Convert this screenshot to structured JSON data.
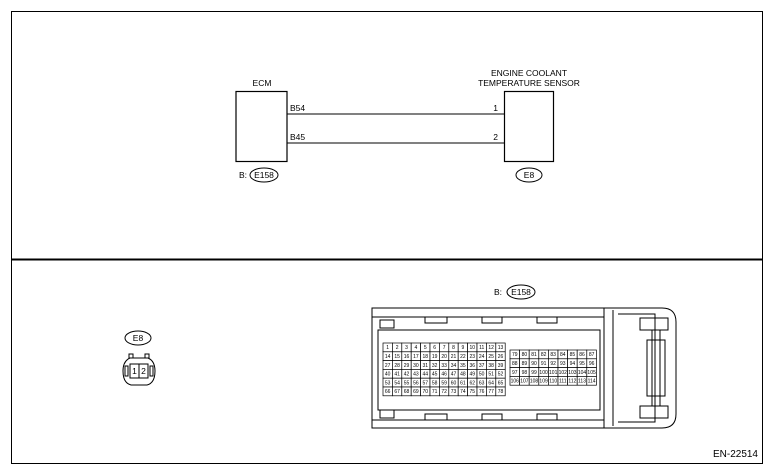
{
  "wiring": {
    "ecm_label": "ECM",
    "sensor_label_line1": "ENGINE COOLANT",
    "sensor_label_line2": "TEMPERATURE SENSOR",
    "wire1_ecm_terminal": "B54",
    "wire1_sensor_terminal": "1",
    "wire2_ecm_terminal": "B45",
    "wire2_sensor_terminal": "2",
    "ecm_connector_prefix": "B:",
    "ecm_connector_id": "E158",
    "sensor_connector_id": "E8"
  },
  "connectors": {
    "sensor_connector_id": "E8",
    "sensor_pins": [
      "1",
      "2"
    ],
    "ecm_connector_prefix": "B:",
    "ecm_connector_id": "E158",
    "ecm_pin_rows_left": [
      [
        "1",
        "2",
        "3",
        "4",
        "5",
        "6",
        "7",
        "8",
        "9",
        "10",
        "11",
        "12",
        "13"
      ],
      [
        "14",
        "15",
        "16",
        "17",
        "18",
        "19",
        "20",
        "21",
        "22",
        "23",
        "24",
        "25",
        "26"
      ],
      [
        "27",
        "28",
        "29",
        "30",
        "31",
        "32",
        "33",
        "34",
        "35",
        "36",
        "37",
        "38",
        "39"
      ],
      [
        "40",
        "41",
        "42",
        "43",
        "44",
        "45",
        "46",
        "47",
        "48",
        "49",
        "50",
        "51",
        "52"
      ],
      [
        "53",
        "54",
        "55",
        "56",
        "57",
        "58",
        "59",
        "60",
        "61",
        "62",
        "63",
        "64",
        "65"
      ],
      [
        "66",
        "67",
        "68",
        "69",
        "70",
        "71",
        "72",
        "73",
        "74",
        "75",
        "76",
        "77",
        "78"
      ]
    ],
    "ecm_pin_rows_right": [
      [
        "79",
        "80",
        "81",
        "82",
        "83",
        "84",
        "85",
        "86",
        "87"
      ],
      [
        "88",
        "89",
        "90",
        "91",
        "92",
        "93",
        "94",
        "95",
        "96"
      ],
      [
        "97",
        "98",
        "99",
        "100",
        "101",
        "102",
        "103",
        "104",
        "105"
      ],
      [
        "106",
        "107",
        "108",
        "109",
        "110",
        "111",
        "112",
        "113",
        "114"
      ]
    ]
  },
  "footer": {
    "figure_id": "EN-22514"
  }
}
